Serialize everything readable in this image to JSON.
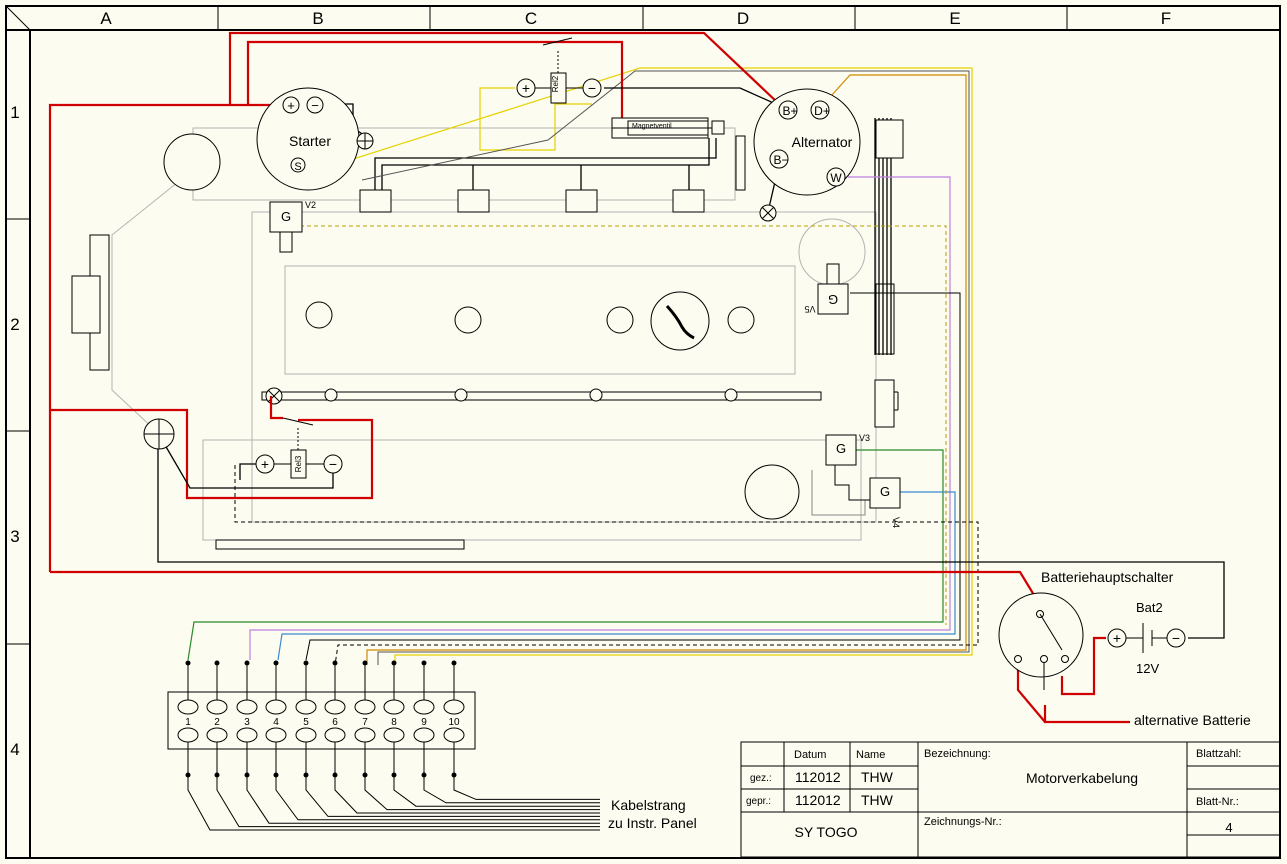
{
  "grid": {
    "columns": [
      "A",
      "B",
      "C",
      "D",
      "E",
      "F"
    ],
    "rows": [
      "1",
      "2",
      "3",
      "4"
    ]
  },
  "components": {
    "starter": "Starter",
    "starter_s": "S",
    "alternator": "Alternator",
    "alt_bplus": "B+",
    "alt_dplus": "D+",
    "alt_bminus": "B−",
    "alt_w": "W",
    "magnetventil": "Magnetventil",
    "relay2": "Rel2",
    "relay3": "Rel3",
    "plus": "+",
    "minus": "−",
    "sensor_g": "G",
    "v2": "V2",
    "v3": "V3",
    "v4": "V4",
    "v5": "V5",
    "batteriehauptschalter": "Batteriehauptschalter",
    "bat2": "Bat2",
    "voltage": "12V",
    "alternative_batterie": "alternative Batterie",
    "kabelstrang_line1": "Kabelstrang",
    "kabelstrang_line2": "zu Instr. Panel"
  },
  "terminals": [
    "1",
    "2",
    "3",
    "4",
    "5",
    "6",
    "7",
    "8",
    "9",
    "10"
  ],
  "title_block": {
    "datum_label": "Datum",
    "name_label": "Name",
    "gez_label": "gez.:",
    "gepr_label": "gepr.:",
    "gez_datum": "112012",
    "gez_name": "THW",
    "gepr_datum": "112012",
    "gepr_name": "THW",
    "bezeichnung_label": "Bezeichnung:",
    "bezeichnung": "Motorverkabelung",
    "project": "SY TOGO",
    "zeichnungs_label": "Zeichnungs-Nr.:",
    "blattzahl_label": "Blattzahl:",
    "blattnr_label": "Blatt-Nr.:",
    "blattnr": "4"
  },
  "colors": {
    "power": "#d00000",
    "ground": "#000000",
    "wire_yellow": "#e6d200",
    "wire_orange": "#d08a00",
    "wire_purple": "#c080e0",
    "wire_green": "#2a8a2a",
    "wire_blue": "#3a8ad0",
    "outline": "#b4b4b4"
  }
}
